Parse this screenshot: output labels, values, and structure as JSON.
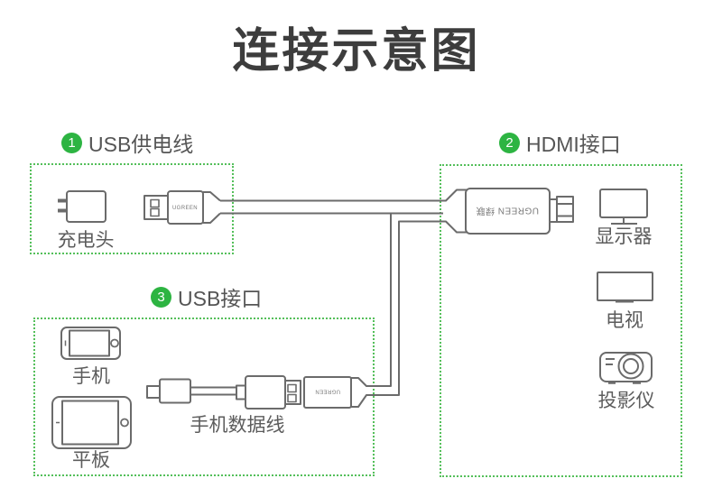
{
  "title": "连接示意图",
  "callouts": {
    "usb_power": {
      "number": "1",
      "label": "USB供电线"
    },
    "hdmi": {
      "number": "2",
      "label": "HDMI接口"
    },
    "usb_port": {
      "number": "3",
      "label": "USB接口"
    }
  },
  "device_labels": {
    "charger": "充电头",
    "monitor": "显示器",
    "tv": "电视",
    "projector": "投影仪",
    "phone": "手机",
    "tablet": "平板",
    "data_cable": "手机数据线"
  },
  "brand": {
    "usb_power_connector": "UGREEN",
    "hdmi_adapter": "UGREEN 绿联",
    "usb_female_connector": "UGREEN"
  },
  "colors": {
    "badge_green": "#2db442",
    "dotted_box_green": "#54bf5a",
    "line_gray": "#6b6b6b",
    "title_gray": "#3d3d3d",
    "label_gray": "#5c5c5c"
  }
}
